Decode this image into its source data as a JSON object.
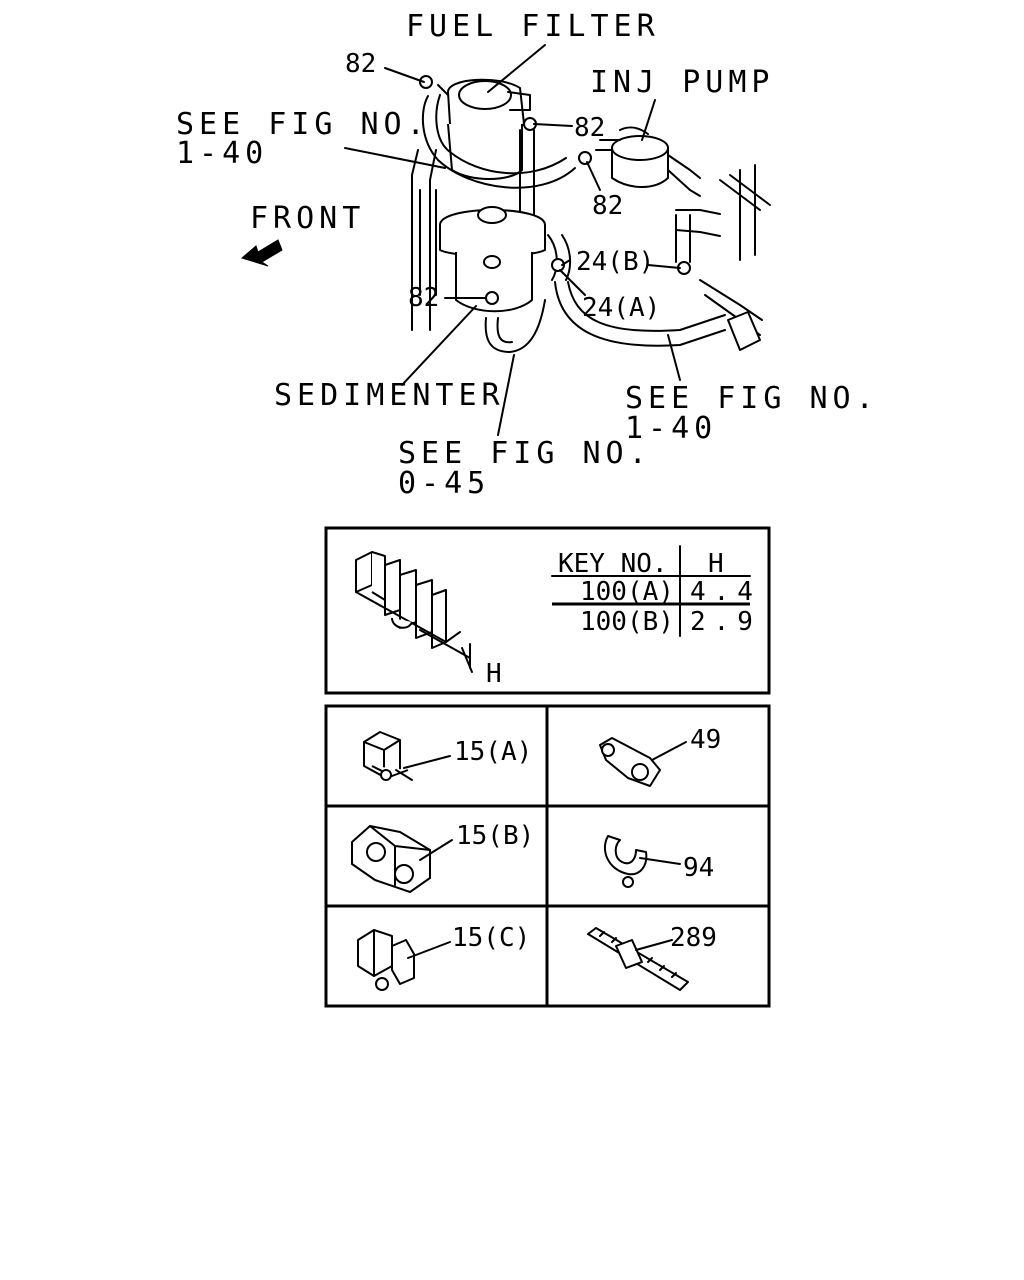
{
  "labels": {
    "fuel_filter": "FUEL FILTER",
    "inj_pump": "INJ PUMP",
    "see_fig_1": "SEE FIG NO.",
    "see_fig_1_num": "1-40",
    "front": "FRONT",
    "sedimenter": "SEDIMENTER",
    "see_fig_2": "SEE FIG NO.",
    "see_fig_2_num": "1-40",
    "see_fig_3": "SEE FIG NO.",
    "see_fig_3_num": "0-45",
    "clamp_82_a": "82",
    "clamp_82_b": "82",
    "clamp_82_c": "82",
    "clamp_82_d": "82",
    "clamp_24b": "24(B)",
    "clamp_24a": "24(A)"
  },
  "key_table": {
    "header_key": "KEY NO.",
    "header_h": "H",
    "rows": [
      {
        "key": "100(A)",
        "h": "4.4"
      },
      {
        "key": "100(B)",
        "h": "2.9"
      }
    ],
    "dim_label": "H"
  },
  "parts_grid": {
    "p15a": "15(A)",
    "p49": "49",
    "p15b": "15(B)",
    "p94": "94",
    "p15c": "15(C)",
    "p289": "289"
  }
}
